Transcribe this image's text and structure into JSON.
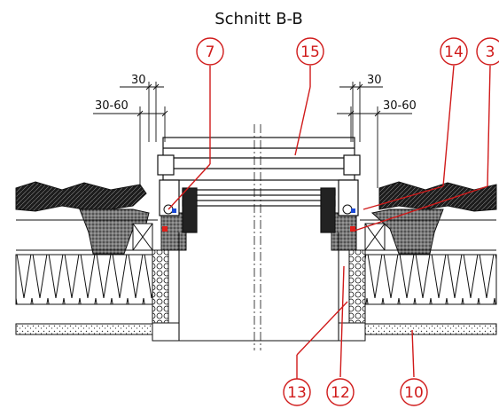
{
  "title": "Schnitt B-B",
  "dimensions": {
    "left_outer": "30",
    "left_inner": "30-60",
    "right_outer": "30",
    "right_inner": "30-60"
  },
  "callouts": [
    {
      "id": "c7",
      "label": "7"
    },
    {
      "id": "c15",
      "label": "15"
    },
    {
      "id": "c14",
      "label": "14"
    },
    {
      "id": "c3",
      "label": "3"
    },
    {
      "id": "c13",
      "label": "13"
    },
    {
      "id": "c12",
      "label": "12"
    },
    {
      "id": "c10",
      "label": "10"
    }
  ],
  "colors": {
    "line": "#111111",
    "callout": "#d01a1a",
    "hatch": "#555555",
    "marker_red": "#e0201a",
    "marker_blue": "#1a49d6"
  }
}
